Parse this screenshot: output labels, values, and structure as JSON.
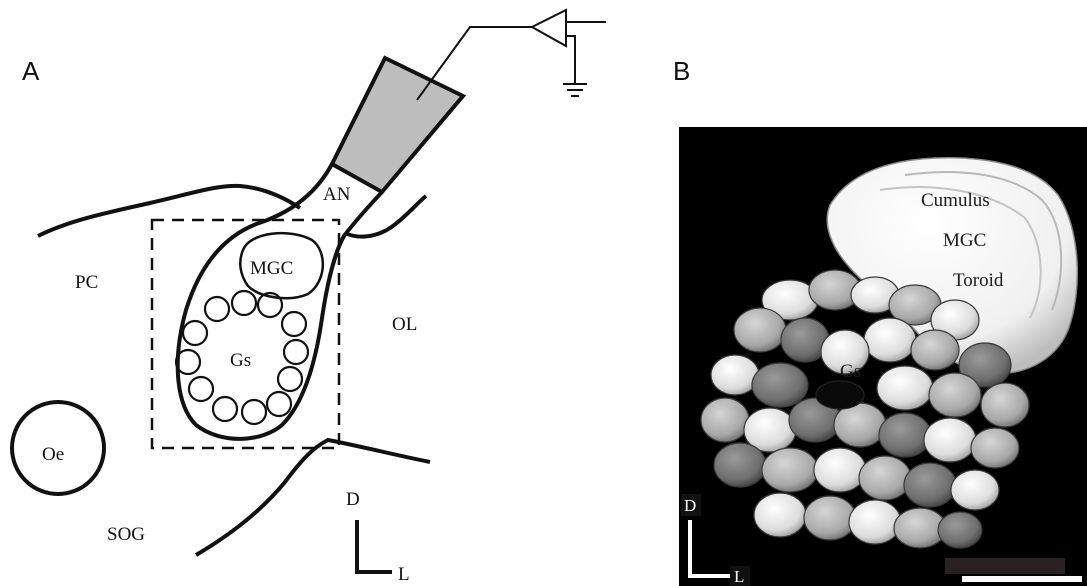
{
  "panels": {
    "a": {
      "letter": "A"
    },
    "b": {
      "letter": "B"
    }
  },
  "panel_a_labels": {
    "an": "AN",
    "mgc": "MGC",
    "gs": "Gs",
    "pc": "PC",
    "ol": "OL",
    "oe": "Oe",
    "sog": "SOG",
    "orient_d": "D",
    "orient_l": "L"
  },
  "panel_b_labels": {
    "cumulus": "Cumulus",
    "mgc": "MGC",
    "toroid": "Toroid",
    "gs": "Gs",
    "orient_d": "D",
    "orient_l": "L"
  },
  "colors": {
    "line": "#111111",
    "electrode_fill": "#bdbdbd",
    "render_background": "#000000",
    "scale_bar": "#ffffff"
  }
}
